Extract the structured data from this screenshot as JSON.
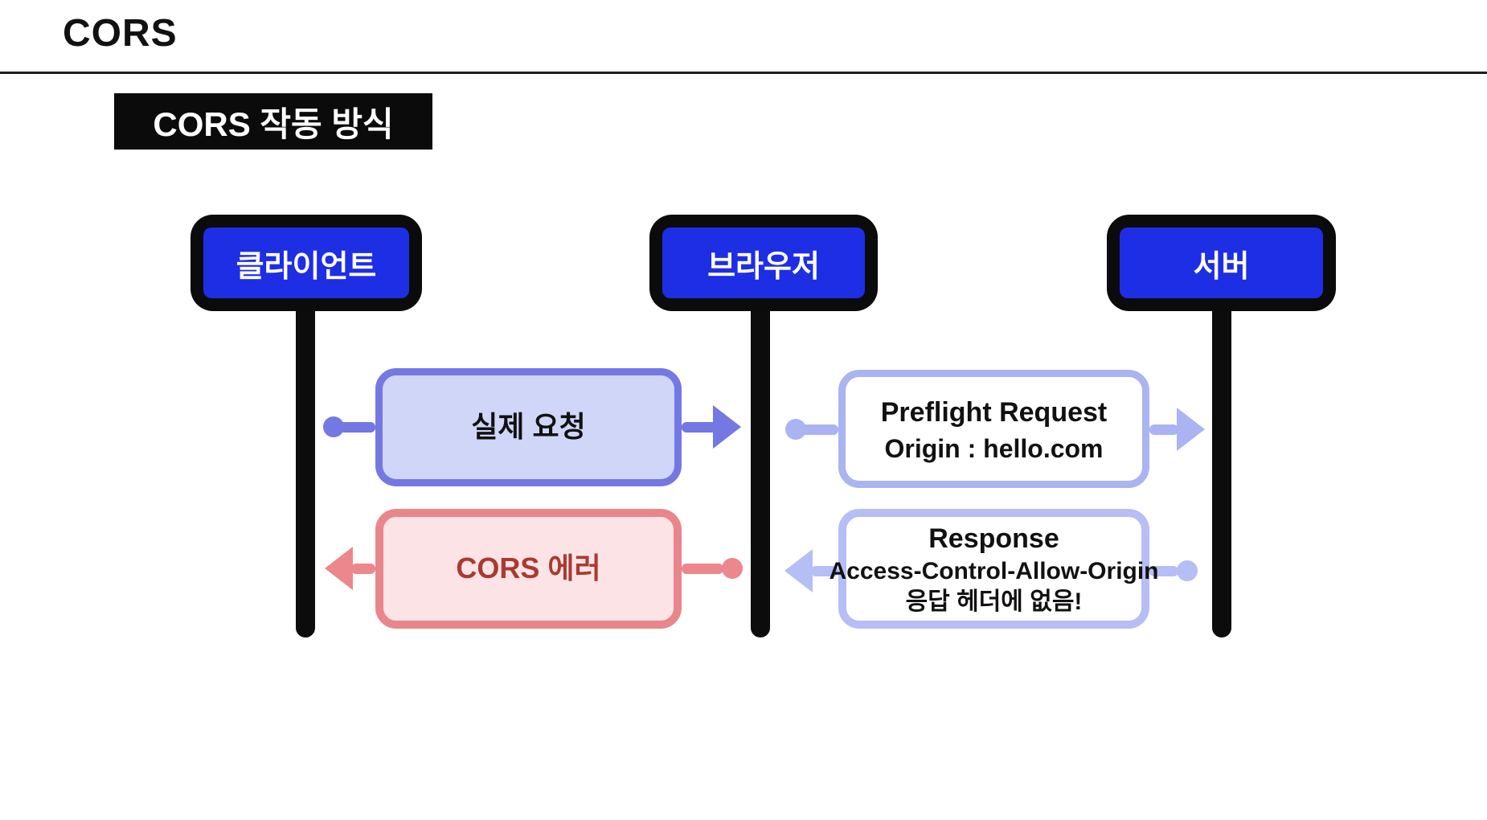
{
  "page": {
    "title": "CORS"
  },
  "heading": {
    "label": "CORS 작동 방식"
  },
  "actors": [
    {
      "id": "client",
      "label": "클라이언트"
    },
    {
      "id": "browser",
      "label": "브라우저"
    },
    {
      "id": "server",
      "label": "서버"
    }
  ],
  "messages": [
    {
      "id": "actual-request",
      "from": "client",
      "to": "browser",
      "direction": "right",
      "lines": [
        "실제 요청"
      ]
    },
    {
      "id": "preflight-request",
      "from": "browser",
      "to": "server",
      "direction": "right",
      "lines": [
        "Preflight Request",
        "Origin : hello.com"
      ]
    },
    {
      "id": "cors-error",
      "from": "browser",
      "to": "client",
      "direction": "left",
      "lines": [
        "CORS 에러"
      ]
    },
    {
      "id": "response",
      "from": "server",
      "to": "browser",
      "direction": "left",
      "lines": [
        "Response",
        "Access-Control-Allow-Origin",
        "응답 헤더에 없음!"
      ]
    }
  ],
  "colors": {
    "actor_sign_fill": "#1e2ee4",
    "actor_sign_border": "#0b0b0b",
    "lifeline": "#0c0c0c",
    "actual_request_fill": "#cfd6f8",
    "actual_request_border": "#7478e2",
    "preflight_border": "#aab4f2",
    "cors_error_fill": "#fbe3e6",
    "cors_error_border": "#e9868c",
    "cors_error_text": "#a93a30",
    "response_border": "#b5bef5",
    "heading_bg": "#0b0b0b",
    "heading_text": "#ffffff"
  }
}
